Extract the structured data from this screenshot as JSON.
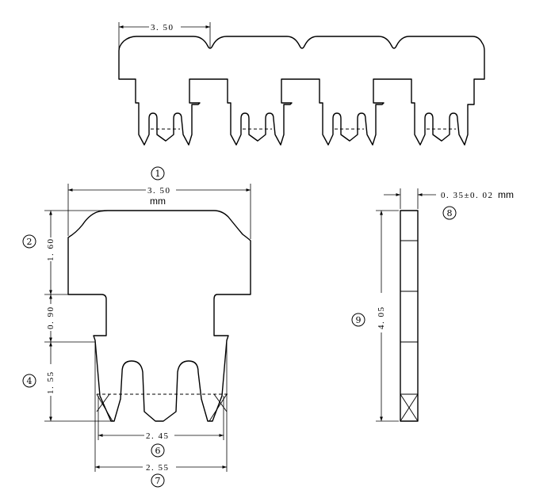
{
  "top_view": {
    "pitch_label": "3. 50"
  },
  "front_view": {
    "width_label": "3. 50",
    "width_unit": "mm",
    "height_upper_label": "1. 60",
    "height_middle_label": "0. 90",
    "height_lower_label": "1. 55",
    "inner_width_label": "2. 45",
    "outer_width_label": "2. 55"
  },
  "side_view": {
    "thickness_label": "0. 35±0. 02",
    "thickness_unit": "mm",
    "length_label": "4. 05"
  },
  "callouts": {
    "c1": "1",
    "c2": "2",
    "c4": "4",
    "c6": "6",
    "c7": "7",
    "c8": "8",
    "c9": "9"
  }
}
